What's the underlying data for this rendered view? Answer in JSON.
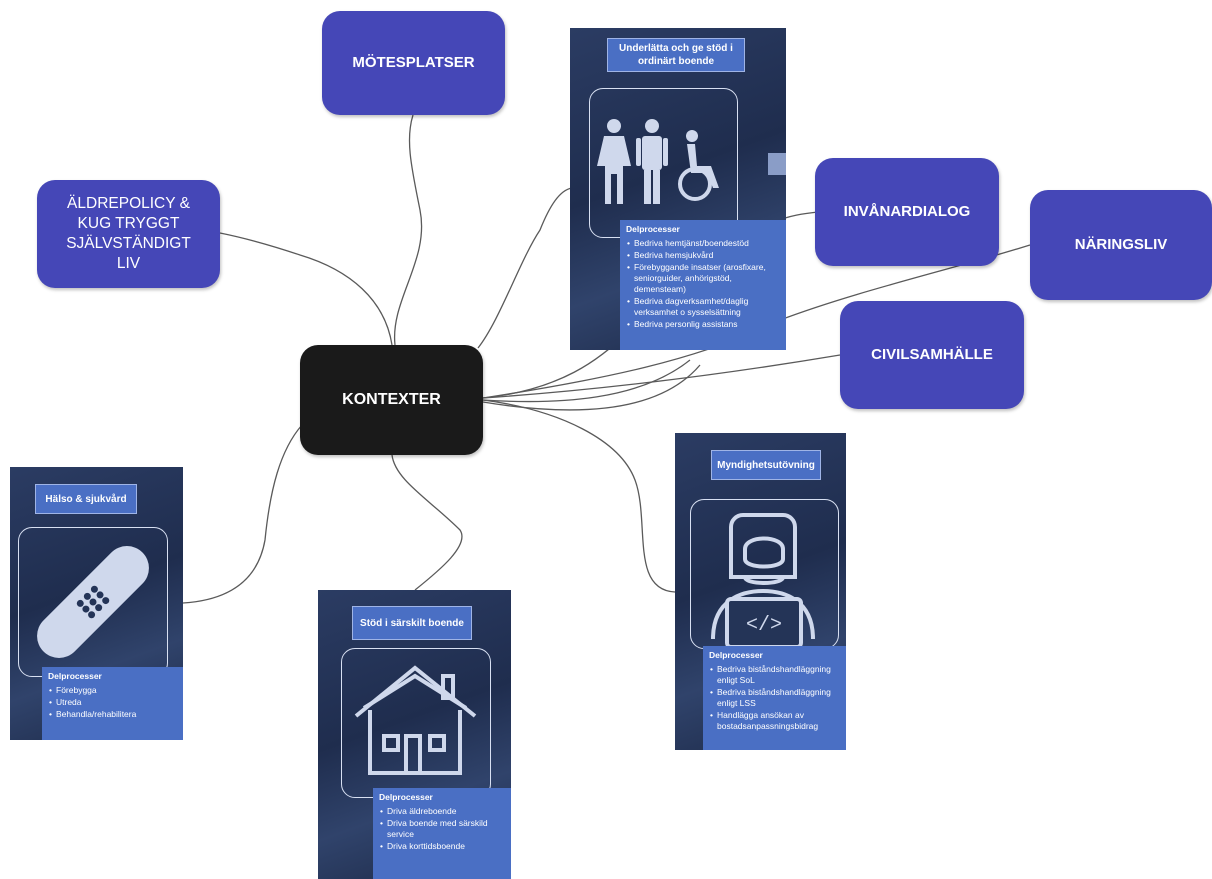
{
  "center": {
    "label": "KONTEXTER"
  },
  "nodes": {
    "motesplatser": "MÖTESPLATSER",
    "aldrepolicy": "ÄLDREPOLICY & KUG TRYGGT SJÄLVSTÄNDIGT LIV",
    "invanardialog": "INVÅNARDIALOG",
    "naringsliv": "NÄRINGSLIV",
    "civilsamhalle": "CIVILSAMHÄLLE"
  },
  "cards": {
    "ordinart": {
      "title": "Underlätta och ge stöd i ordinärt boende",
      "heading": "Delprocesser",
      "items": [
        "Bedriva hemtjänst/boendestöd",
        "Bedriva hemsjukvård",
        "Förebyggande insatser (arosfixare, seniorguider, anhörigstöd, demensteam)",
        "Bedriva dagverksamhet/daglig verksamhet o sysselsättning",
        "Bedriva personlig assistans"
      ],
      "icon": "people-with-wheelchair-icon"
    },
    "halso": {
      "title": "Hälso & sjukvård",
      "heading": "Delprocesser",
      "items": [
        "Förebygga",
        "Utreda",
        "Behandla/rehabilitera"
      ],
      "icon": "bandage-icon"
    },
    "sarskilt": {
      "title": "Stöd i särskilt boende",
      "heading": "Delprocesser",
      "items": [
        "Driva äldreboende",
        "Driva boende med särskild service",
        "Driva korttidsboende"
      ],
      "icon": "house-icon"
    },
    "myndighet": {
      "title": "Myndighetsutövning",
      "heading": "Delprocesser",
      "items": [
        "Bedriva biståndshandläggning enligt SoL",
        "Bedriva biståndshandläggning enligt LSS",
        "Handlägga ansökan av bostadsanpassningsbidrag"
      ],
      "icon": "person-laptop-icon"
    }
  },
  "colors": {
    "node": "#4547b7",
    "center": "#1a1a1a",
    "card": "#243457",
    "accent": "#4a6fc4",
    "link": "#555555"
  }
}
